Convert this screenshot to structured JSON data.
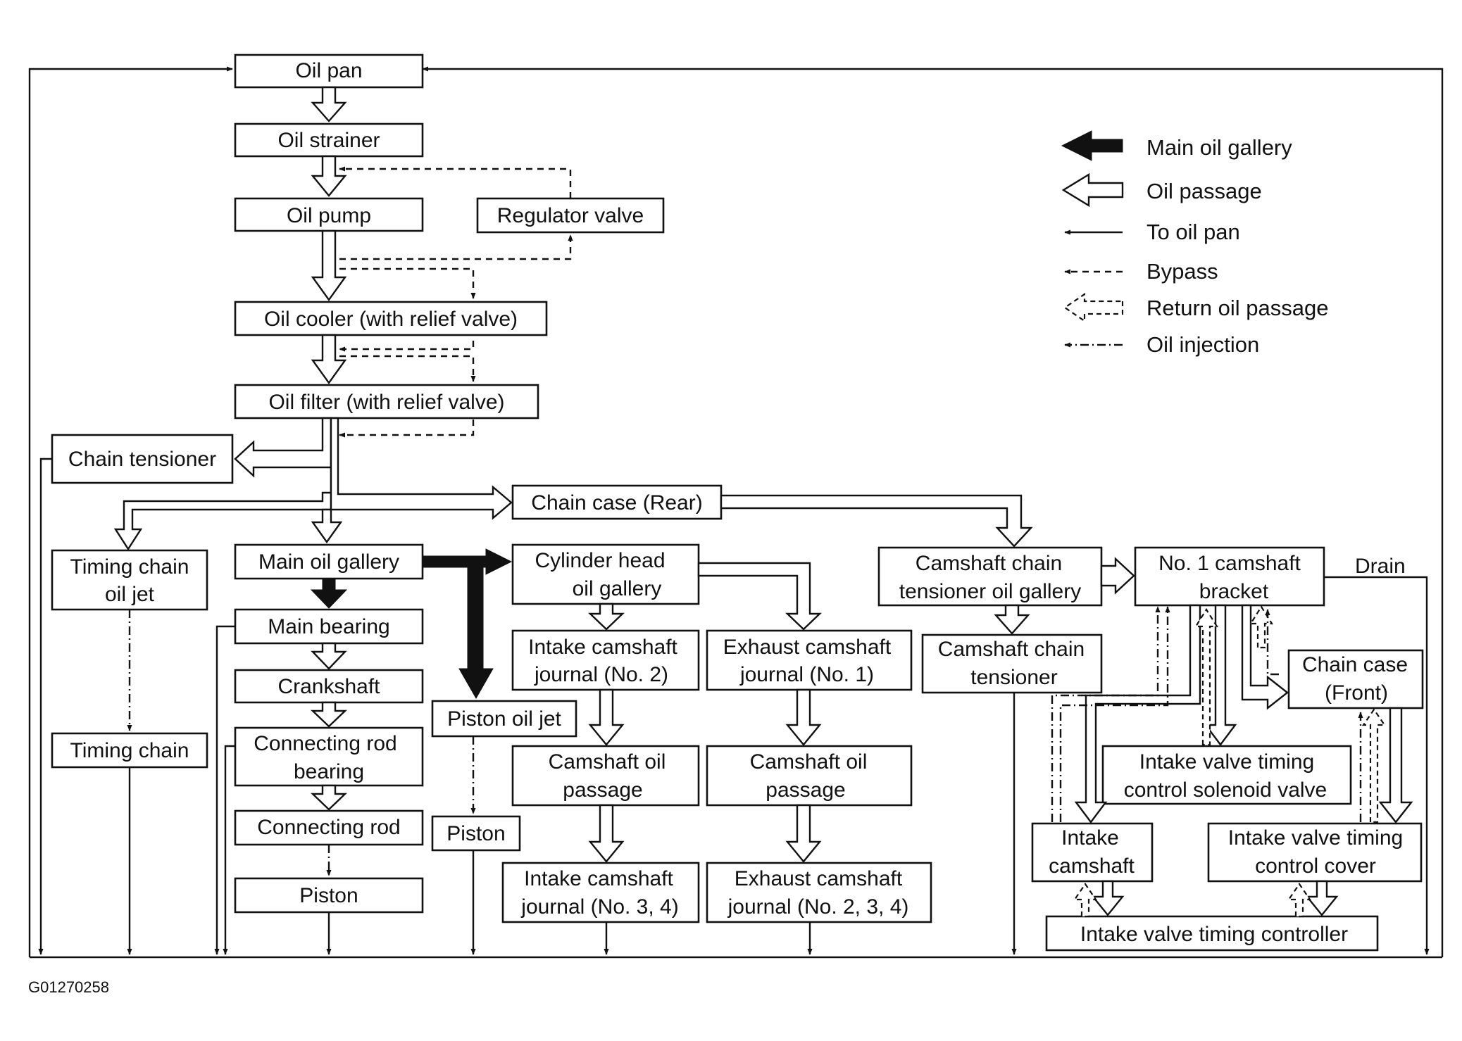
{
  "boxes": {
    "oil_pan": "Oil pan",
    "oil_strainer": "Oil strainer",
    "oil_pump": "Oil pump",
    "regulator_valve": "Regulator valve",
    "oil_cooler": "Oil cooler (with relief valve)",
    "oil_filter": "Oil filter (with relief valve)",
    "chain_tensioner": "Chain tensioner",
    "chain_case_rear": "Chain case (Rear)",
    "timing_chain_oil_jet": [
      "Timing chain",
      "oil jet"
    ],
    "main_oil_gallery": "Main oil gallery",
    "cylinder_head_oil_gallery": [
      "Cylinder head",
      "oil gallery"
    ],
    "camshaft_chain_tensioner_oil_gallery": [
      "Camshaft chain",
      "tensioner oil gallery"
    ],
    "no1_camshaft_bracket": [
      "No. 1 camshaft",
      "bracket"
    ],
    "drain": "Drain",
    "main_bearing": "Main bearing",
    "crankshaft": "Crankshaft",
    "connecting_rod_bearing": [
      "Connecting rod",
      "bearing"
    ],
    "connecting_rod": "Connecting rod",
    "piston_left": "Piston",
    "timing_chain": "Timing chain",
    "piston_oil_jet": "Piston oil jet",
    "piston_mid": "Piston",
    "intake_camshaft_journal_2": [
      "Intake camshaft",
      "journal (No. 2)"
    ],
    "exhaust_camshaft_journal_1": [
      "Exhaust camshaft",
      "journal (No. 1)"
    ],
    "camshaft_oil_passage_1": [
      "Camshaft oil",
      "passage"
    ],
    "camshaft_oil_passage_2": [
      "Camshaft oil",
      "passage"
    ],
    "intake_camshaft_journal_34": [
      "Intake camshaft",
      "journal (No. 3, 4)"
    ],
    "exhaust_camshaft_journal_234": [
      "Exhaust camshaft",
      "journal (No. 2, 3, 4)"
    ],
    "camshaft_chain_tensioner": [
      "Camshaft chain",
      "tensioner"
    ],
    "chain_case_front": [
      "Chain case",
      "(Front)"
    ],
    "ivt_solenoid_valve": [
      "Intake valve timing",
      "control solenoid valve"
    ],
    "intake_camshaft": [
      "Intake",
      "camshaft"
    ],
    "ivt_control_cover": [
      "Intake valve timing",
      "control cover"
    ],
    "ivt_controller": "Intake valve timing controller"
  },
  "legend": [
    {
      "symbol": "solid-thick-arrow-icon",
      "label": "Main oil gallery"
    },
    {
      "symbol": "hollow-arrow-icon",
      "label": "Oil passage"
    },
    {
      "symbol": "solid-line-arrow-icon",
      "label": "To oil pan"
    },
    {
      "symbol": "dashed-arrow-icon",
      "label": "Bypass"
    },
    {
      "symbol": "dashed-hollow-arrow-icon",
      "label": "Return oil passage"
    },
    {
      "symbol": "dash-dot-arrow-icon",
      "label": "Oil injection"
    }
  ],
  "figure_code": "G01270258",
  "colors": {
    "ink": "#111111",
    "paper": "#ffffff"
  }
}
